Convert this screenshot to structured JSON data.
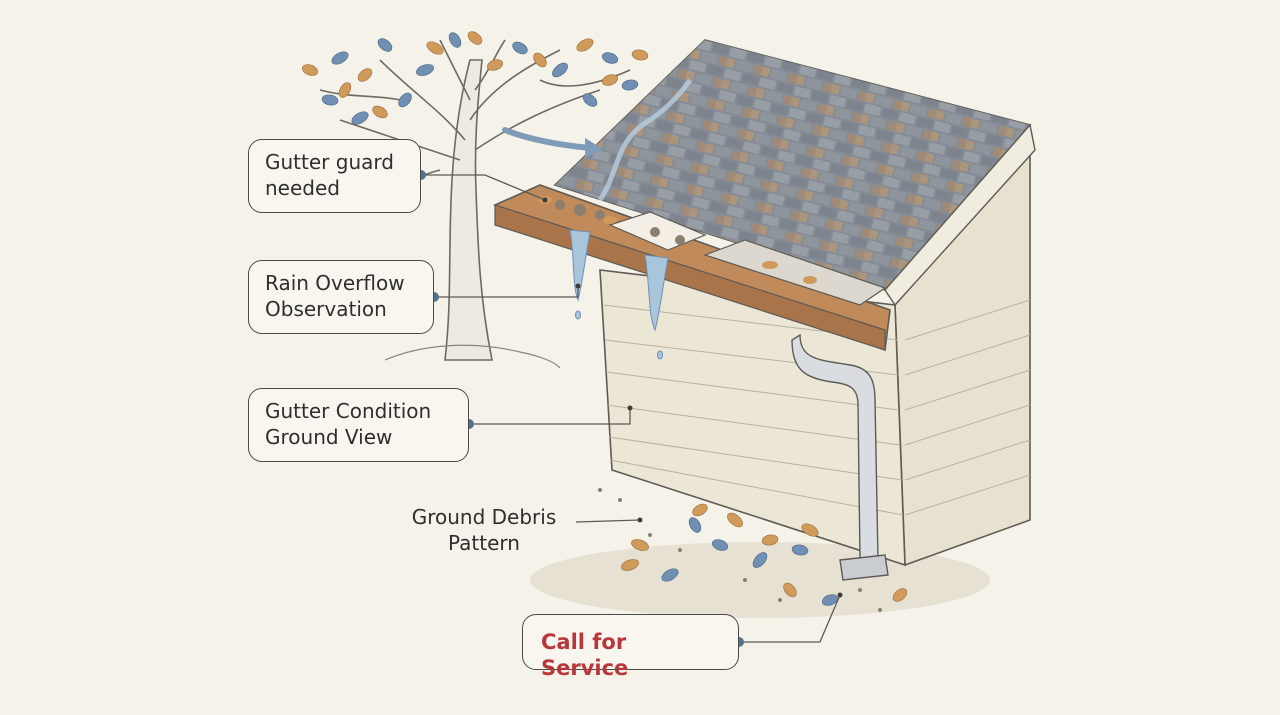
{
  "labels": {
    "gutter_guard": {
      "line1": "Gutter guard",
      "line2": "needed"
    },
    "rain_overflow": {
      "line1": "Rain Overflow",
      "line2": "Observation"
    },
    "gutter_condition": {
      "line1": "Gutter Condition",
      "line2": "Ground View"
    },
    "ground_debris": {
      "line1": "Ground Debris",
      "line2": "Pattern"
    },
    "call_service": "Call for Service"
  },
  "colors": {
    "background": "#f5f2ea",
    "shingle_dark": "#7f8790",
    "shingle_warm": "#b89471",
    "siding": "#ece6d7",
    "gutter": "#c08a5a",
    "water": "#8fb2cf",
    "leaf_blue": "#6f8fb3",
    "leaf_orange": "#cf9a5a",
    "service_text": "#b8373a"
  },
  "icons": [
    "tree-icon",
    "house-icon",
    "rain-arrow-icon",
    "leaf-icon",
    "downspout-icon"
  ]
}
